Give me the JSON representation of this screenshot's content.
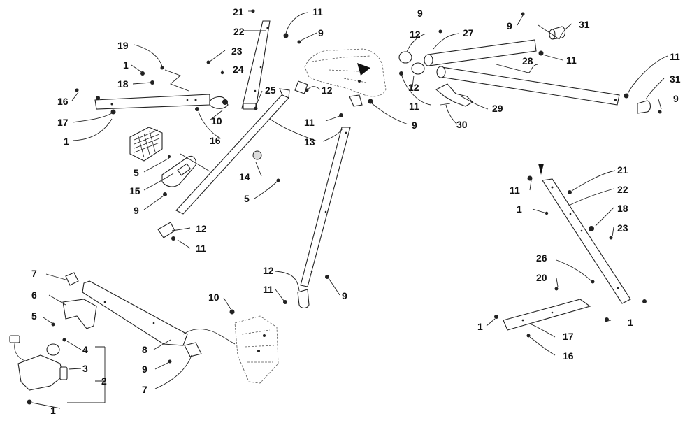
{
  "diagram": {
    "callouts": {
      "c21a": "21",
      "c22a": "22",
      "c11a": "11",
      "c9a": "9",
      "c23a": "23",
      "c24a": "24",
      "c19": "19",
      "c1a": "1",
      "c18a": "18",
      "c16a": "16",
      "c17a": "17",
      "c1b": "1",
      "c10a": "10",
      "c16b": "16",
      "c25": "25",
      "c12a": "12",
      "c11b": "11",
      "c9b": "9",
      "c13": "13",
      "c5a": "5",
      "c15": "15",
      "c9c": "9",
      "c14": "14",
      "c5b": "5",
      "c12b": "12",
      "c11c": "11",
      "c9d": "9",
      "c27": "27",
      "c9e": "9",
      "c31a": "31",
      "c12c": "12",
      "c12d": "12",
      "c11d": "11",
      "c28": "28",
      "c11e": "11",
      "c11f": "11",
      "c31b": "31",
      "c9f": "9",
      "c29": "29",
      "c30": "30",
      "c21b": "21",
      "c11g": "11",
      "c22b": "22",
      "c1c": "1",
      "c18b": "18",
      "c23b": "23",
      "c26": "26",
      "c20": "20",
      "c1d": "1",
      "c1e": "1",
      "c17b": "17",
      "c16c": "16",
      "c7a": "7",
      "c6": "6",
      "c5c": "5",
      "c4": "4",
      "c3": "3",
      "c2": "2",
      "c1f": "1",
      "c8": "8",
      "c9g": "9",
      "c7b": "7",
      "c10b": "10",
      "c12e": "12",
      "c11h": "11",
      "c9h": "9"
    }
  }
}
